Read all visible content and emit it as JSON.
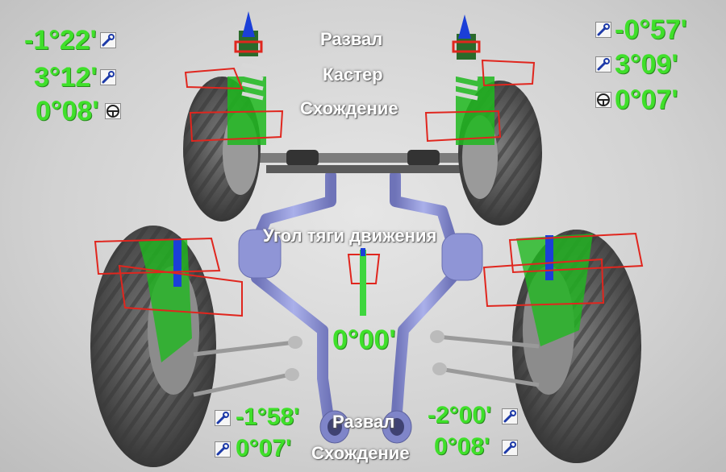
{
  "front": {
    "labels": {
      "camber": "Развал",
      "caster": "Кастер",
      "toe": "Схождение"
    },
    "left": {
      "camber": "-1°22'",
      "caster": "3°12'",
      "toe": "0°08'"
    },
    "right": {
      "camber": "-0°57'",
      "caster": "3°09'",
      "toe": "0°07'"
    }
  },
  "thrust": {
    "label": "Угол тяги движения",
    "value": "0°00'"
  },
  "rear": {
    "labels": {
      "camber": "Развал",
      "toe": "Схождение"
    },
    "left": {
      "camber": "-1°58'",
      "toe": "0°07'"
    },
    "right": {
      "camber": "-2°00'",
      "toe": "0°08'"
    }
  },
  "icons": {
    "adjust": "wrench-icon",
    "toe": "steering-wheel-icon"
  },
  "colors": {
    "value_green": "#3fe02a",
    "label_white": "#ffffff",
    "bracket_red": "#e0261e",
    "hub_green": "#2fd12a",
    "exhaust_blue": "#8f95d6"
  }
}
